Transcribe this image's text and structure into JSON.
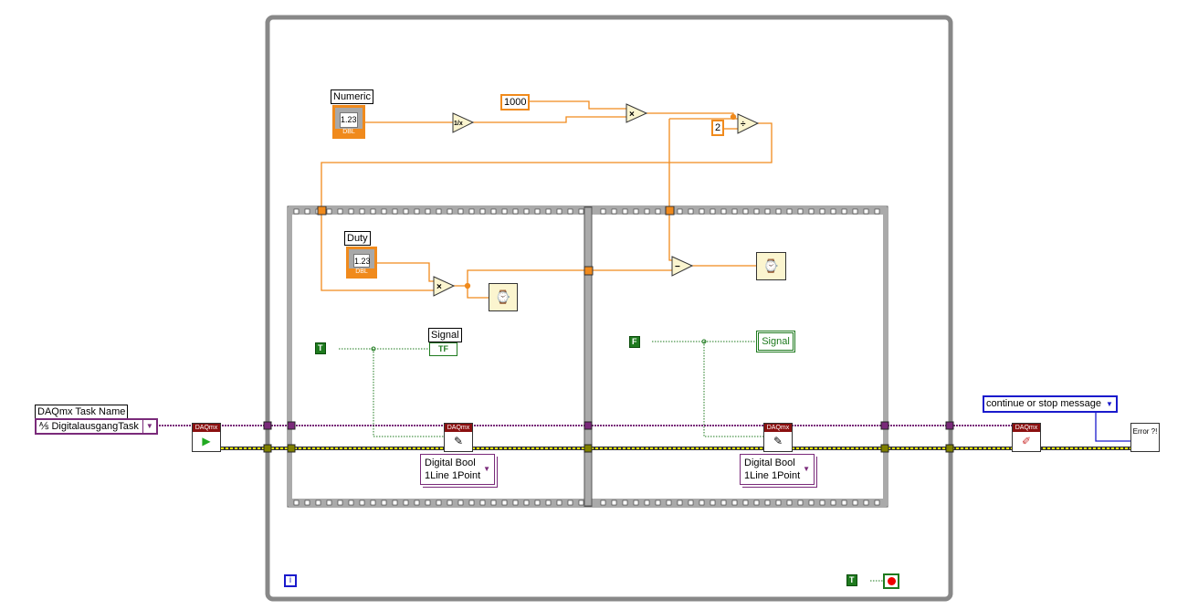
{
  "controls": {
    "numeric": {
      "label": "Numeric",
      "value": "1.23",
      "type": "DBL"
    },
    "duty": {
      "label": "Duty",
      "value": "1.23",
      "type": "DBL"
    },
    "task_name": {
      "label": "DAQmx Task Name",
      "value": "DigitalausgangTask"
    }
  },
  "constants": {
    "thousand": "1000",
    "two": "2",
    "true_a": "T",
    "false_b": "F",
    "true_stop": "T"
  },
  "functions": {
    "reciprocal": "1/x",
    "multiply": "×",
    "divide": "÷",
    "subtract": "−"
  },
  "indicators": {
    "signal": {
      "label": "Signal",
      "value": "TF"
    },
    "signal_local": "Signal"
  },
  "daqmx": {
    "header": "DAQmx",
    "write_mode_line1": "Digital Bool",
    "write_mode_line2": "1Line 1Point"
  },
  "error_enum": "continue or stop message",
  "error_handler": "Error ?!",
  "iteration": "i",
  "colors": {
    "numeric_wire": "#f08a1c",
    "task_wire": "#7a2a7a",
    "error_wire": "#c8c800",
    "bool_wire": "#1e7a1e",
    "enum_wire": "#1a1acc",
    "structure": "#888888"
  }
}
